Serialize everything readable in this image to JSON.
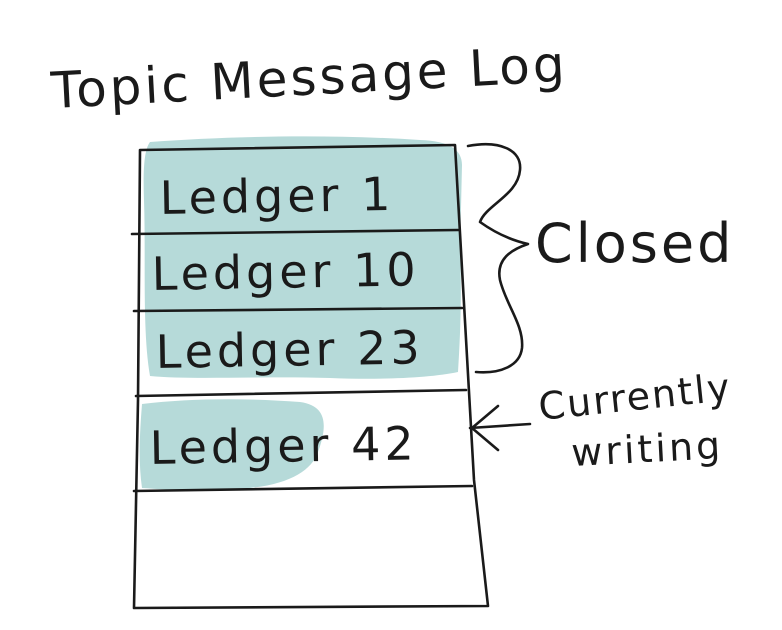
{
  "title": "Topic Message Log",
  "ledgers": [
    {
      "label": "Ledger 1",
      "state": "closed"
    },
    {
      "label": "Ledger 10",
      "state": "closed"
    },
    {
      "label": "Ledger 23",
      "state": "closed"
    },
    {
      "label": "Ledger 42",
      "state": "writing"
    }
  ],
  "annotations": {
    "closed": "Closed",
    "currently_line1": "Currently",
    "currently_line2": "writing"
  },
  "colors": {
    "ink": "#1a1a1a",
    "wash": "#a9d4d2",
    "paper": "#ffffff"
  }
}
